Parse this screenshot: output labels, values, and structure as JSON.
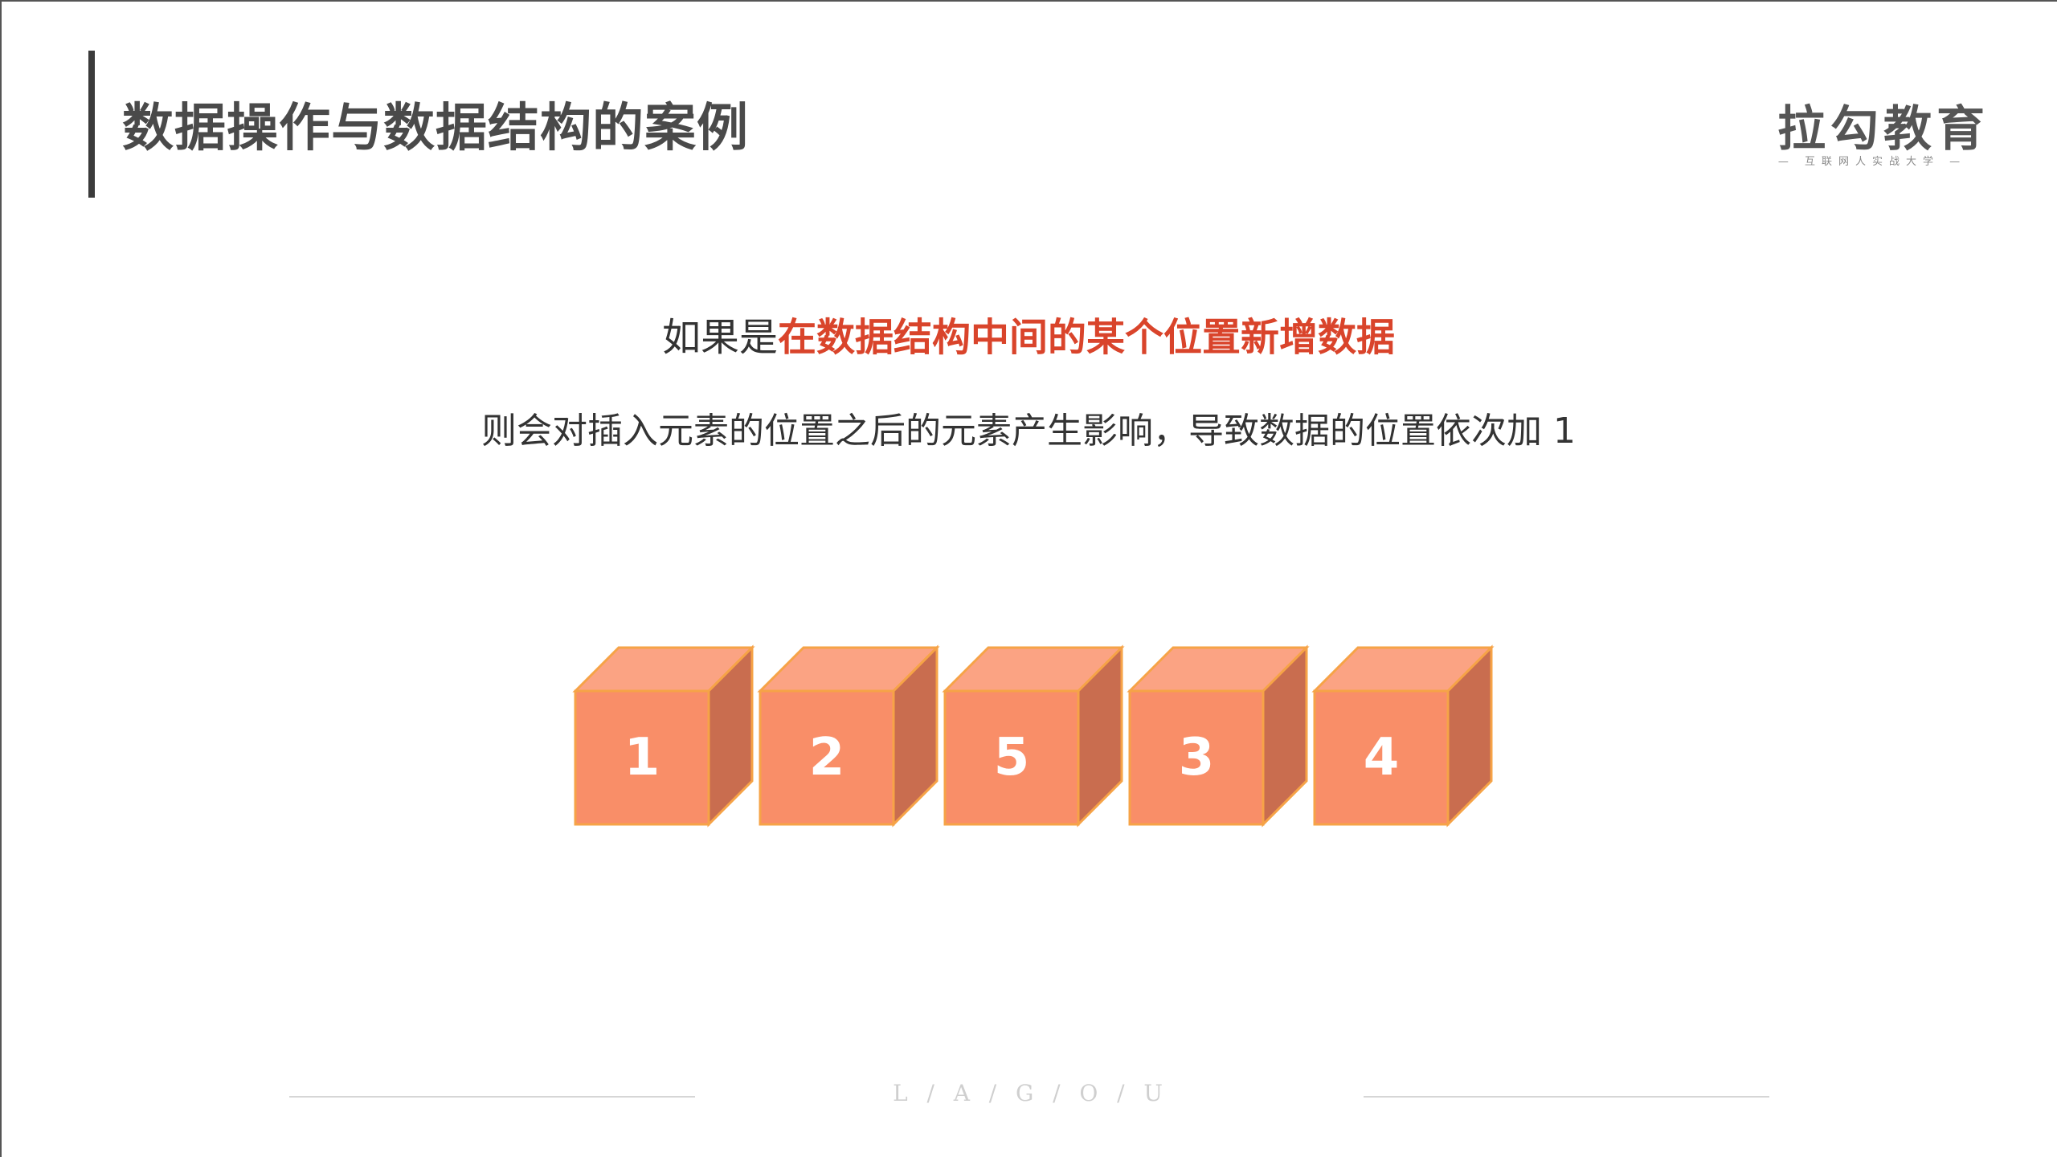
{
  "slide": {
    "title": "数据操作与数据结构的案例",
    "logo": {
      "main": "拉勾教育",
      "sub": "— 互联网人实战大学 —"
    },
    "line1": {
      "prefix": "如果是",
      "highlight": "在数据结构中间的某个位置新增数据"
    },
    "line2": "则会对插入元素的位置之后的元素产生影响，导致数据的位置依次加 1",
    "cubes": [
      "1",
      "2",
      "5",
      "3",
      "4"
    ],
    "footer": "L  /  A  /  G  /  O  /  U"
  },
  "colors": {
    "accent": "#d9442b",
    "cube_front": "#f98e68",
    "cube_top": "#fba383",
    "cube_side": "#c96d4f",
    "cube_edge": "#f6a347"
  }
}
